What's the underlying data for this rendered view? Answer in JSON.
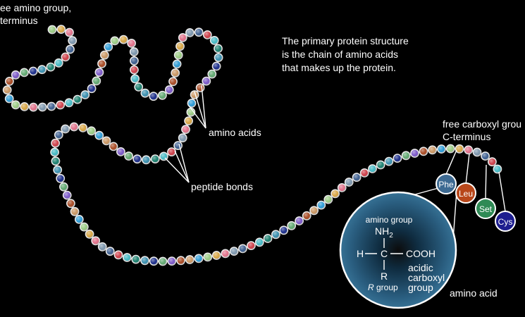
{
  "labels": {
    "n_terminus_line1": "ee amino group,",
    "n_terminus_line2": "terminus",
    "primary_line1": "The primary protein structure",
    "primary_line2": "is the chain of amino acids",
    "primary_line3": "that makes up the protein.",
    "amino_acids": "amino acids",
    "peptide_bonds": "peptide bonds",
    "c_terminus_line1": "free carboxyl grou",
    "c_terminus_line2": "C-terminus",
    "amino_acid": "amino acid"
  },
  "highlighted_residues": [
    "Phe",
    "Leu",
    "Set",
    "Cys"
  ],
  "residue_colors": {
    "Phe": "#3d6a92",
    "Leu": "#b8471a",
    "Set": "#2f8a55",
    "Cys": "#1d1d8f"
  },
  "structure": {
    "amino_group": "amino group",
    "nh2": "NH",
    "nh2_sub": "2",
    "h": "H",
    "c": "C",
    "cooh": "COOH",
    "r": "R",
    "r_group_italic": "R",
    "r_group_rest": " group",
    "acidic_line1": "acidic",
    "acidic_line2": "carboxyl",
    "acidic_line3": "group"
  },
  "bead_palette": [
    "#45b9c4",
    "#3c5e8f",
    "#e2718a",
    "#9acb83",
    "#c99662",
    "#7b58c7",
    "#1b2d8a",
    "#1a7f6e",
    "#ce3f49",
    "#7c96ad",
    "#d7a544",
    "#2c9bd6",
    "#a84a23",
    "#60a870",
    "#3a8fae"
  ]
}
